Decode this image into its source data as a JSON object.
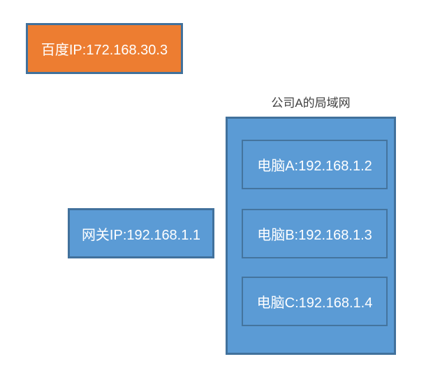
{
  "diagram": {
    "baidu_box": {
      "label": "百度IP:172.168.30.3"
    },
    "gateway_box": {
      "label": "网关IP:192.168.1.1"
    },
    "lan": {
      "title": "公司A的局域网",
      "computers": [
        {
          "label": "电脑A:192.168.1.2"
        },
        {
          "label": "电脑B:192.168.1.3"
        },
        {
          "label": "电脑C:192.168.1.4"
        }
      ]
    },
    "colors": {
      "orange_fill": "#ED7D31",
      "blue_fill": "#5B9BD5",
      "outer_border": "#41719C",
      "inner_border": "#44749E",
      "box_text": "#FFFFFF",
      "title_text": "#404040",
      "background": "#FFFFFF"
    }
  }
}
